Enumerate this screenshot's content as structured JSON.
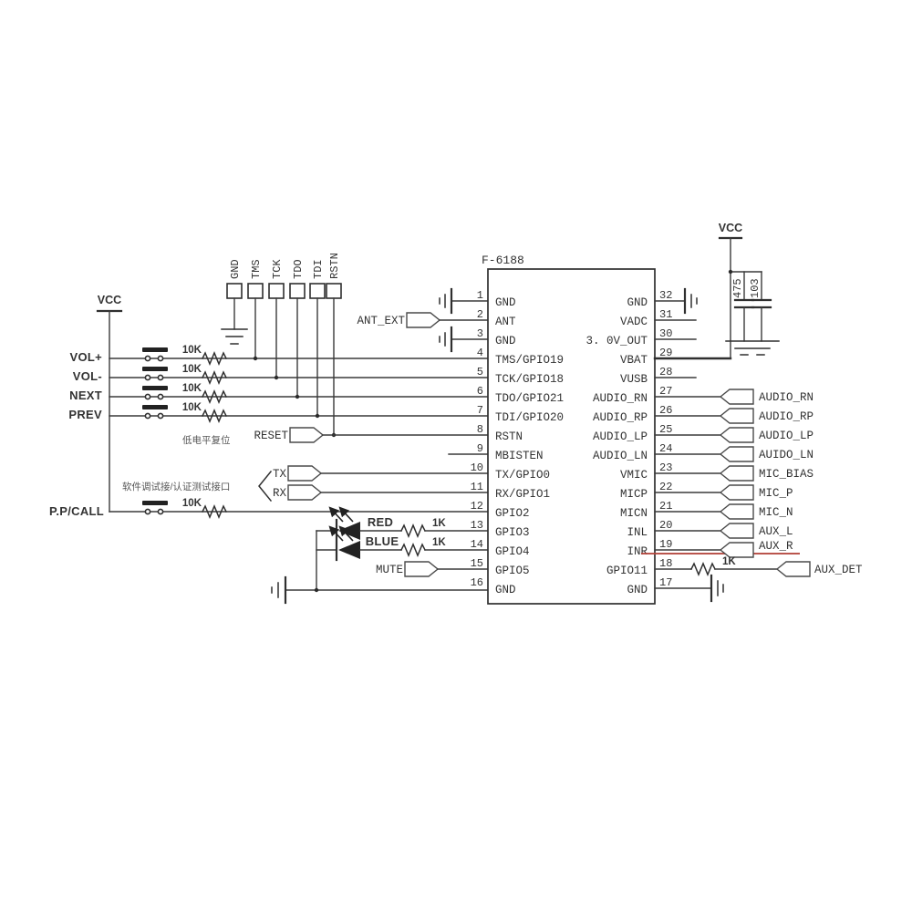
{
  "schematic": {
    "colors": {
      "wire": "#3a3a3a",
      "ink": "#333333",
      "highlight_wire": "#b2423a",
      "note_text": "#555555",
      "background": "#ffffff"
    },
    "power": {
      "vcc_left": "VCC",
      "vcc_right": "VCC"
    },
    "jtag_header": {
      "pins": [
        "GND",
        "TMS",
        "TCK",
        "TDO",
        "TDI",
        "RSTN"
      ]
    },
    "button_rows": [
      {
        "label": "VOL+",
        "res": "10K"
      },
      {
        "label": "VOL-",
        "res": "10K"
      },
      {
        "label": "NEXT",
        "res": "10K"
      },
      {
        "label": "PREV",
        "res": "10K"
      }
    ],
    "call_row": {
      "label": "P.P/CALL",
      "res": "10K"
    },
    "notes": {
      "low_reset": "低电平复位",
      "debug_port": "软件调试接/认证测试接口"
    },
    "left_tags": {
      "ant": "ANT_EXT",
      "reset": "RESET",
      "tx": "TX",
      "rx": "RX",
      "mute": "MUTE"
    },
    "led_rows": [
      {
        "label": "RED",
        "res": "1K"
      },
      {
        "label": "BLUE",
        "res": "1K"
      }
    ],
    "ic": {
      "title": "F-6188",
      "left_pins": [
        {
          "num": "1",
          "label": "GND"
        },
        {
          "num": "2",
          "label": "ANT"
        },
        {
          "num": "3",
          "label": "GND"
        },
        {
          "num": "4",
          "label": "TMS/GPIO19"
        },
        {
          "num": "5",
          "label": "TCK/GPIO18"
        },
        {
          "num": "6",
          "label": "TDO/GPIO21"
        },
        {
          "num": "7",
          "label": "TDI/GPIO20"
        },
        {
          "num": "8",
          "label": "RSTN"
        },
        {
          "num": "9",
          "label": "MBISTEN"
        },
        {
          "num": "10",
          "label": "TX/GPIO0"
        },
        {
          "num": "11",
          "label": "RX/GPIO1"
        },
        {
          "num": "12",
          "label": "GPIO2"
        },
        {
          "num": "13",
          "label": "GPIO3"
        },
        {
          "num": "14",
          "label": "GPIO4"
        },
        {
          "num": "15",
          "label": "GPIO5"
        },
        {
          "num": "16",
          "label": "GND"
        }
      ],
      "right_pins": [
        {
          "num": "32",
          "label": "GND"
        },
        {
          "num": "31",
          "label": "VADC"
        },
        {
          "num": "30",
          "label": "3. 0V_OUT"
        },
        {
          "num": "29",
          "label": "VBAT"
        },
        {
          "num": "28",
          "label": "VUSB"
        },
        {
          "num": "27",
          "label": "AUDIO_RN"
        },
        {
          "num": "26",
          "label": "AUDIO_RP"
        },
        {
          "num": "25",
          "label": "AUDIO_LP"
        },
        {
          "num": "24",
          "label": "AUDIO_LN"
        },
        {
          "num": "23",
          "label": "VMIC"
        },
        {
          "num": "22",
          "label": "MICP"
        },
        {
          "num": "21",
          "label": "MICN"
        },
        {
          "num": "20",
          "label": "INL"
        },
        {
          "num": "19",
          "label": "INR"
        },
        {
          "num": "18",
          "label": "GPIO11"
        },
        {
          "num": "17",
          "label": "GND"
        }
      ]
    },
    "right_tags": [
      "AUDIO_RN",
      "AUDIO_RP",
      "AUDIO_LP",
      "AUIDO_LN",
      "MIC_BIAS",
      "MIC_P",
      "MIC_N",
      "AUX_L",
      "AUX_R"
    ],
    "aux_row": {
      "res": "1K",
      "tag": "AUX_DET"
    },
    "cap_values": [
      "475",
      "103"
    ]
  }
}
